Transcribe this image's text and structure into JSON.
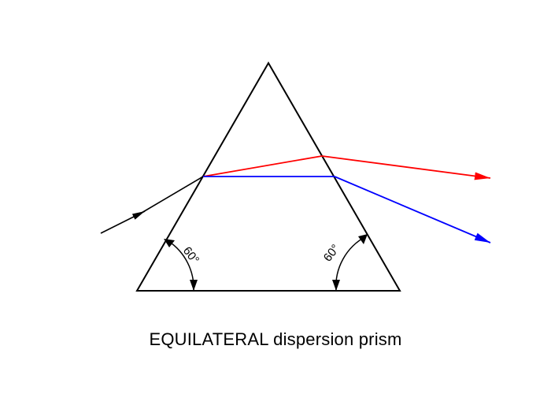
{
  "caption": "EQUILATERAL dispersion prism",
  "angles": {
    "left_label": "60°",
    "right_label": "60°"
  },
  "colors": {
    "outline": "#000000",
    "red_ray": "#ff0000",
    "blue_ray": "#0000ff"
  }
}
